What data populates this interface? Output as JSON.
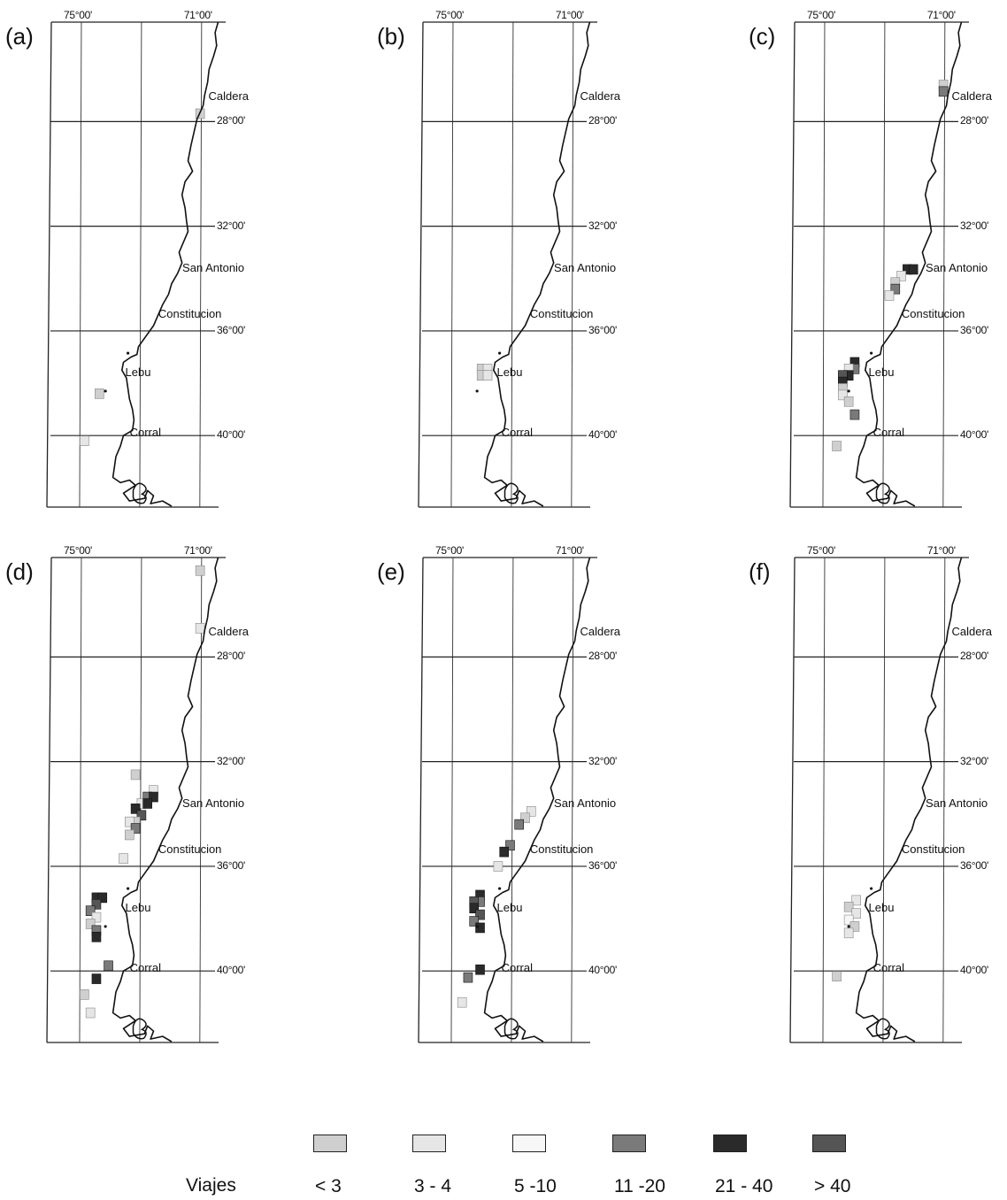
{
  "panels": [
    {
      "label": "(a)",
      "lon_labels": [
        "75°00'",
        "71°00'"
      ],
      "lat_labels": [
        "28°00'",
        "32°00'",
        "36°00'",
        "40°00'"
      ],
      "cities": [
        "Caldera",
        "San Antonio",
        "Constitucion",
        "Lebu",
        "Corral"
      ]
    },
    {
      "label": "(b)",
      "lon_labels": [
        "75°00'",
        "71°00'"
      ],
      "lat_labels": [
        "28°00'",
        "32°00'",
        "36°00'",
        "40°00'"
      ],
      "cities": [
        "Caldera",
        "San Antonio",
        "Constitucion",
        "Lebu",
        "Corral"
      ]
    },
    {
      "label": "(c)",
      "lon_labels": [
        "75°00'",
        "71°00'"
      ],
      "lat_labels": [
        "28°00'",
        "32°00'",
        "36°00'",
        "40°00'"
      ],
      "cities": [
        "Caldera",
        "San Antonio",
        "Constitucion",
        "Lebu",
        "Corral"
      ]
    },
    {
      "label": "(d)",
      "lon_labels": [
        "75°00'",
        "71°00'"
      ],
      "lat_labels": [
        "28°00'",
        "32°00'",
        "36°00'",
        "40°00'"
      ],
      "cities": [
        "Caldera",
        "San Antonio",
        "Constitucion",
        "Lebu",
        "Corral"
      ]
    },
    {
      "label": "(e)",
      "lon_labels": [
        "75°00'",
        "71°00'"
      ],
      "lat_labels": [
        "28°00'",
        "32°00'",
        "36°00'",
        "40°00'"
      ],
      "cities": [
        "Caldera",
        "San Antonio",
        "Constitucion",
        "Lebu",
        "Corral"
      ]
    },
    {
      "label": "(f)",
      "lon_labels": [
        "75°00'",
        "71°00'"
      ],
      "lat_labels": [
        "28°00'",
        "32°00'",
        "36°00'",
        "40°00'"
      ],
      "cities": [
        "Caldera",
        "San Antonio",
        "Constitucion",
        "Lebu",
        "Corral"
      ]
    }
  ],
  "legend": {
    "title": "Viajes",
    "items": [
      {
        "label": "< 3",
        "color": "#cfcfcf"
      },
      {
        "label": "3 - 4",
        "color": "#e6e6e6"
      },
      {
        "label": "5 -10",
        "color": "#f7f7f7"
      },
      {
        "label": "11 -20",
        "color": "#7a7a7a"
      },
      {
        "label": "21 - 40",
        "color": "#2a2a2a"
      },
      {
        "label": "> 40",
        "color": "#555555"
      }
    ]
  },
  "effort_cells": [
    [
      {
        "lon": -71.05,
        "lat": -27.7,
        "cls": 0
      },
      {
        "lon": -74.4,
        "lat": -38.4,
        "cls": 0
      },
      {
        "lon": -74.9,
        "lat": -40.2,
        "cls": 1
      }
    ],
    [
      {
        "lon": -74.05,
        "lat": -37.45,
        "cls": 0
      },
      {
        "lon": -73.85,
        "lat": -37.45,
        "cls": 1
      },
      {
        "lon": -74.05,
        "lat": -37.7,
        "cls": 0
      },
      {
        "lon": -73.85,
        "lat": -37.7,
        "cls": 1
      }
    ],
    [
      {
        "lon": -71.05,
        "lat": -26.6,
        "cls": 0
      },
      {
        "lon": -71.05,
        "lat": -26.85,
        "cls": 3
      },
      {
        "lon": -72.25,
        "lat": -33.65,
        "cls": 4
      },
      {
        "lon": -72.05,
        "lat": -33.65,
        "cls": 4
      },
      {
        "lon": -72.45,
        "lat": -33.9,
        "cls": 1
      },
      {
        "lon": -72.65,
        "lat": -34.15,
        "cls": 0
      },
      {
        "lon": -72.65,
        "lat": -34.4,
        "cls": 3
      },
      {
        "lon": -72.85,
        "lat": -34.65,
        "cls": 1
      },
      {
        "lon": -74.0,
        "lat": -37.2,
        "cls": 4
      },
      {
        "lon": -74.0,
        "lat": -37.45,
        "cls": 3
      },
      {
        "lon": -74.2,
        "lat": -37.45,
        "cls": 1
      },
      {
        "lon": -74.2,
        "lat": -37.7,
        "cls": 4
      },
      {
        "lon": -74.4,
        "lat": -37.7,
        "cls": 5
      },
      {
        "lon": -74.4,
        "lat": -37.95,
        "cls": 4
      },
      {
        "lon": -74.4,
        "lat": -38.2,
        "cls": 0
      },
      {
        "lon": -74.4,
        "lat": -38.45,
        "cls": 1
      },
      {
        "lon": -74.2,
        "lat": -38.7,
        "cls": 0
      },
      {
        "lon": -74.0,
        "lat": -39.2,
        "cls": 3
      },
      {
        "lon": -74.6,
        "lat": -40.4,
        "cls": 0
      }
    ],
    [
      {
        "lon": -71.05,
        "lat": -24.7,
        "cls": 0
      },
      {
        "lon": -71.05,
        "lat": -26.9,
        "cls": 1
      },
      {
        "lon": -73.2,
        "lat": -32.5,
        "cls": 0
      },
      {
        "lon": -72.6,
        "lat": -33.1,
        "cls": 1
      },
      {
        "lon": -72.8,
        "lat": -33.35,
        "cls": 3
      },
      {
        "lon": -72.6,
        "lat": -33.35,
        "cls": 4
      },
      {
        "lon": -73.0,
        "lat": -33.6,
        "cls": 1
      },
      {
        "lon": -72.8,
        "lat": -33.6,
        "cls": 4
      },
      {
        "lon": -73.2,
        "lat": -33.8,
        "cls": 4
      },
      {
        "lon": -73.0,
        "lat": -34.05,
        "cls": 5
      },
      {
        "lon": -73.2,
        "lat": -34.3,
        "cls": 0
      },
      {
        "lon": -73.4,
        "lat": -34.3,
        "cls": 1
      },
      {
        "lon": -73.2,
        "lat": -34.55,
        "cls": 3
      },
      {
        "lon": -73.4,
        "lat": -34.8,
        "cls": 0
      },
      {
        "lon": -73.6,
        "lat": -35.7,
        "cls": 1
      },
      {
        "lon": -74.5,
        "lat": -37.2,
        "cls": 4
      },
      {
        "lon": -74.3,
        "lat": -37.2,
        "cls": 4
      },
      {
        "lon": -74.5,
        "lat": -37.45,
        "cls": 5
      },
      {
        "lon": -74.7,
        "lat": -37.7,
        "cls": 3
      },
      {
        "lon": -74.5,
        "lat": -37.95,
        "cls": 1
      },
      {
        "lon": -74.7,
        "lat": -38.2,
        "cls": 0
      },
      {
        "lon": -74.5,
        "lat": -38.45,
        "cls": 3
      },
      {
        "lon": -74.5,
        "lat": -38.7,
        "cls": 4
      },
      {
        "lon": -74.1,
        "lat": -39.8,
        "cls": 3
      },
      {
        "lon": -74.5,
        "lat": -40.3,
        "cls": 4
      },
      {
        "lon": -74.9,
        "lat": -40.9,
        "cls": 0
      },
      {
        "lon": -74.7,
        "lat": -41.6,
        "cls": 1
      }
    ],
    [
      {
        "lon": -72.4,
        "lat": -33.9,
        "cls": 1
      },
      {
        "lon": -72.6,
        "lat": -34.15,
        "cls": 0
      },
      {
        "lon": -72.8,
        "lat": -34.4,
        "cls": 3
      },
      {
        "lon": -73.1,
        "lat": -35.2,
        "cls": 3
      },
      {
        "lon": -73.3,
        "lat": -35.45,
        "cls": 4
      },
      {
        "lon": -73.5,
        "lat": -36.0,
        "cls": 1
      },
      {
        "lon": -74.1,
        "lat": -37.1,
        "cls": 4
      },
      {
        "lon": -74.1,
        "lat": -37.35,
        "cls": 3
      },
      {
        "lon": -74.3,
        "lat": -37.35,
        "cls": 5
      },
      {
        "lon": -74.3,
        "lat": -37.6,
        "cls": 4
      },
      {
        "lon": -74.1,
        "lat": -37.85,
        "cls": 5
      },
      {
        "lon": -74.3,
        "lat": -38.1,
        "cls": 3
      },
      {
        "lon": -74.1,
        "lat": -38.35,
        "cls": 4
      },
      {
        "lon": -74.1,
        "lat": -39.95,
        "cls": 4
      },
      {
        "lon": -74.5,
        "lat": -40.25,
        "cls": 3
      },
      {
        "lon": -74.7,
        "lat": -41.2,
        "cls": 1
      }
    ],
    [
      {
        "lon": -73.95,
        "lat": -37.3,
        "cls": 1
      },
      {
        "lon": -74.2,
        "lat": -37.55,
        "cls": 0
      },
      {
        "lon": -73.95,
        "lat": -37.8,
        "cls": 1
      },
      {
        "lon": -74.2,
        "lat": -38.05,
        "cls": 2
      },
      {
        "lon": -74.0,
        "lat": -38.3,
        "cls": 0
      },
      {
        "lon": -74.2,
        "lat": -38.55,
        "cls": 1
      },
      {
        "lon": -74.6,
        "lat": -40.2,
        "cls": 0
      }
    ]
  ]
}
